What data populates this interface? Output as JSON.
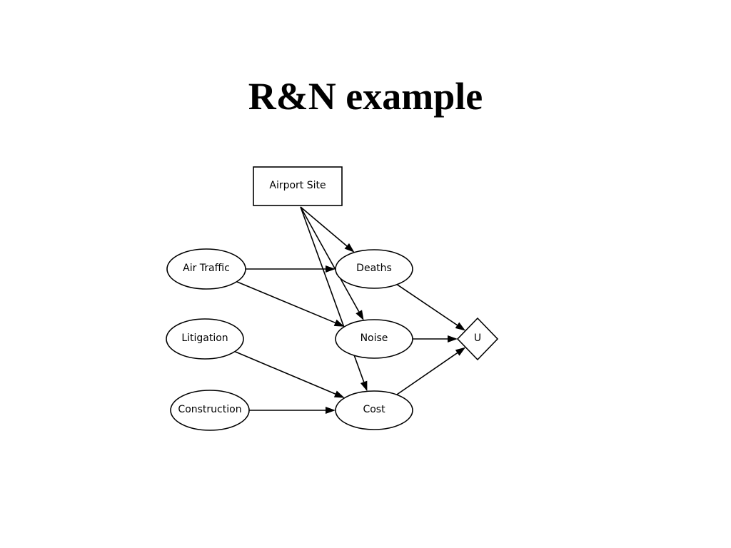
{
  "slide": {
    "title": "R&N example"
  },
  "diagram": {
    "nodes": [
      {
        "id": "airport-site",
        "label": "Airport Site",
        "shape": "rectangle",
        "kind": "decision"
      },
      {
        "id": "air-traffic",
        "label": "Air Traffic",
        "shape": "ellipse",
        "kind": "chance"
      },
      {
        "id": "litigation",
        "label": "Litigation",
        "shape": "ellipse",
        "kind": "chance"
      },
      {
        "id": "construction",
        "label": "Construction",
        "shape": "ellipse",
        "kind": "chance"
      },
      {
        "id": "deaths",
        "label": "Deaths",
        "shape": "ellipse",
        "kind": "chance"
      },
      {
        "id": "noise",
        "label": "Noise",
        "shape": "ellipse",
        "kind": "chance"
      },
      {
        "id": "cost",
        "label": "Cost",
        "shape": "ellipse",
        "kind": "chance"
      },
      {
        "id": "utility",
        "label": "U",
        "shape": "diamond",
        "kind": "utility"
      }
    ],
    "edges": [
      {
        "from": "airport-site",
        "to": "deaths"
      },
      {
        "from": "airport-site",
        "to": "noise"
      },
      {
        "from": "airport-site",
        "to": "cost"
      },
      {
        "from": "air-traffic",
        "to": "deaths"
      },
      {
        "from": "air-traffic",
        "to": "noise"
      },
      {
        "from": "litigation",
        "to": "cost"
      },
      {
        "from": "construction",
        "to": "cost"
      },
      {
        "from": "deaths",
        "to": "utility"
      },
      {
        "from": "noise",
        "to": "utility"
      },
      {
        "from": "cost",
        "to": "utility"
      }
    ]
  }
}
